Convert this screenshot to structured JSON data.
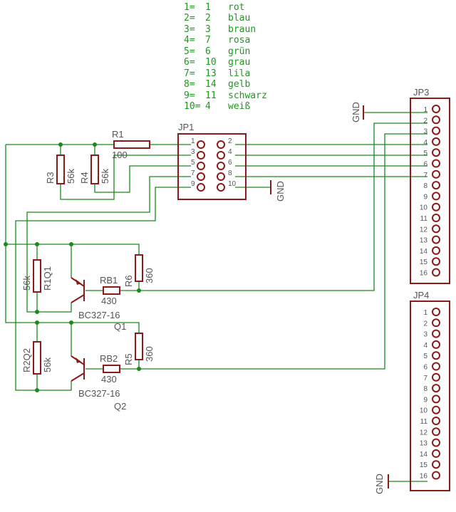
{
  "legend": [
    {
      "a": "1=",
      "b": "1",
      "c": "rot"
    },
    {
      "a": "2=",
      "b": "2",
      "c": "blau"
    },
    {
      "a": "3=",
      "b": "3",
      "c": "braun"
    },
    {
      "a": "4=",
      "b": "7",
      "c": "rosa"
    },
    {
      "a": "5=",
      "b": "6",
      "c": "grün"
    },
    {
      "a": "6=",
      "b": "10",
      "c": "grau"
    },
    {
      "a": "7=",
      "b": "13",
      "c": "lila"
    },
    {
      "a": "8=",
      "b": "14",
      "c": "gelb"
    },
    {
      "a": "9=",
      "b": "11",
      "c": "schwarz"
    },
    {
      "a": "10=",
      "b": "4",
      "c": "weiß"
    }
  ],
  "labels": {
    "jp1": "JP1",
    "jp3": "JP3",
    "jp4": "JP4",
    "r1": "R1",
    "r1v": "100",
    "r3": "R3",
    "r3v": "56k",
    "r4": "R4",
    "r4v": "56k",
    "r6": "R6",
    "r6v": "360",
    "r5": "R5",
    "r5v": "360",
    "rb1": "RB1",
    "rb1v": "430",
    "rb2": "RB2",
    "rb2v": "430",
    "r1q1": "R1Q1",
    "r1q1v": "56k",
    "r2q2": "R2Q2",
    "r2q2v": "56k",
    "q1type": "BC327-16",
    "q1": "Q1",
    "q2type": "BC327-16",
    "q2": "Q2",
    "gnd": "GND"
  },
  "jp1_left": [
    "1",
    "3",
    "5",
    "7",
    "9"
  ],
  "jp1_right": [
    "2",
    "4",
    "6",
    "8",
    "10"
  ],
  "jp_pins": [
    "1",
    "2",
    "3",
    "4",
    "5",
    "6",
    "7",
    "8",
    "9",
    "10",
    "11",
    "12",
    "13",
    "14",
    "15",
    "16"
  ],
  "colors": {
    "wire": "#1a8a1a",
    "part": "#8b1a1a",
    "text": "#555555",
    "legend": "#1a9a1a"
  }
}
